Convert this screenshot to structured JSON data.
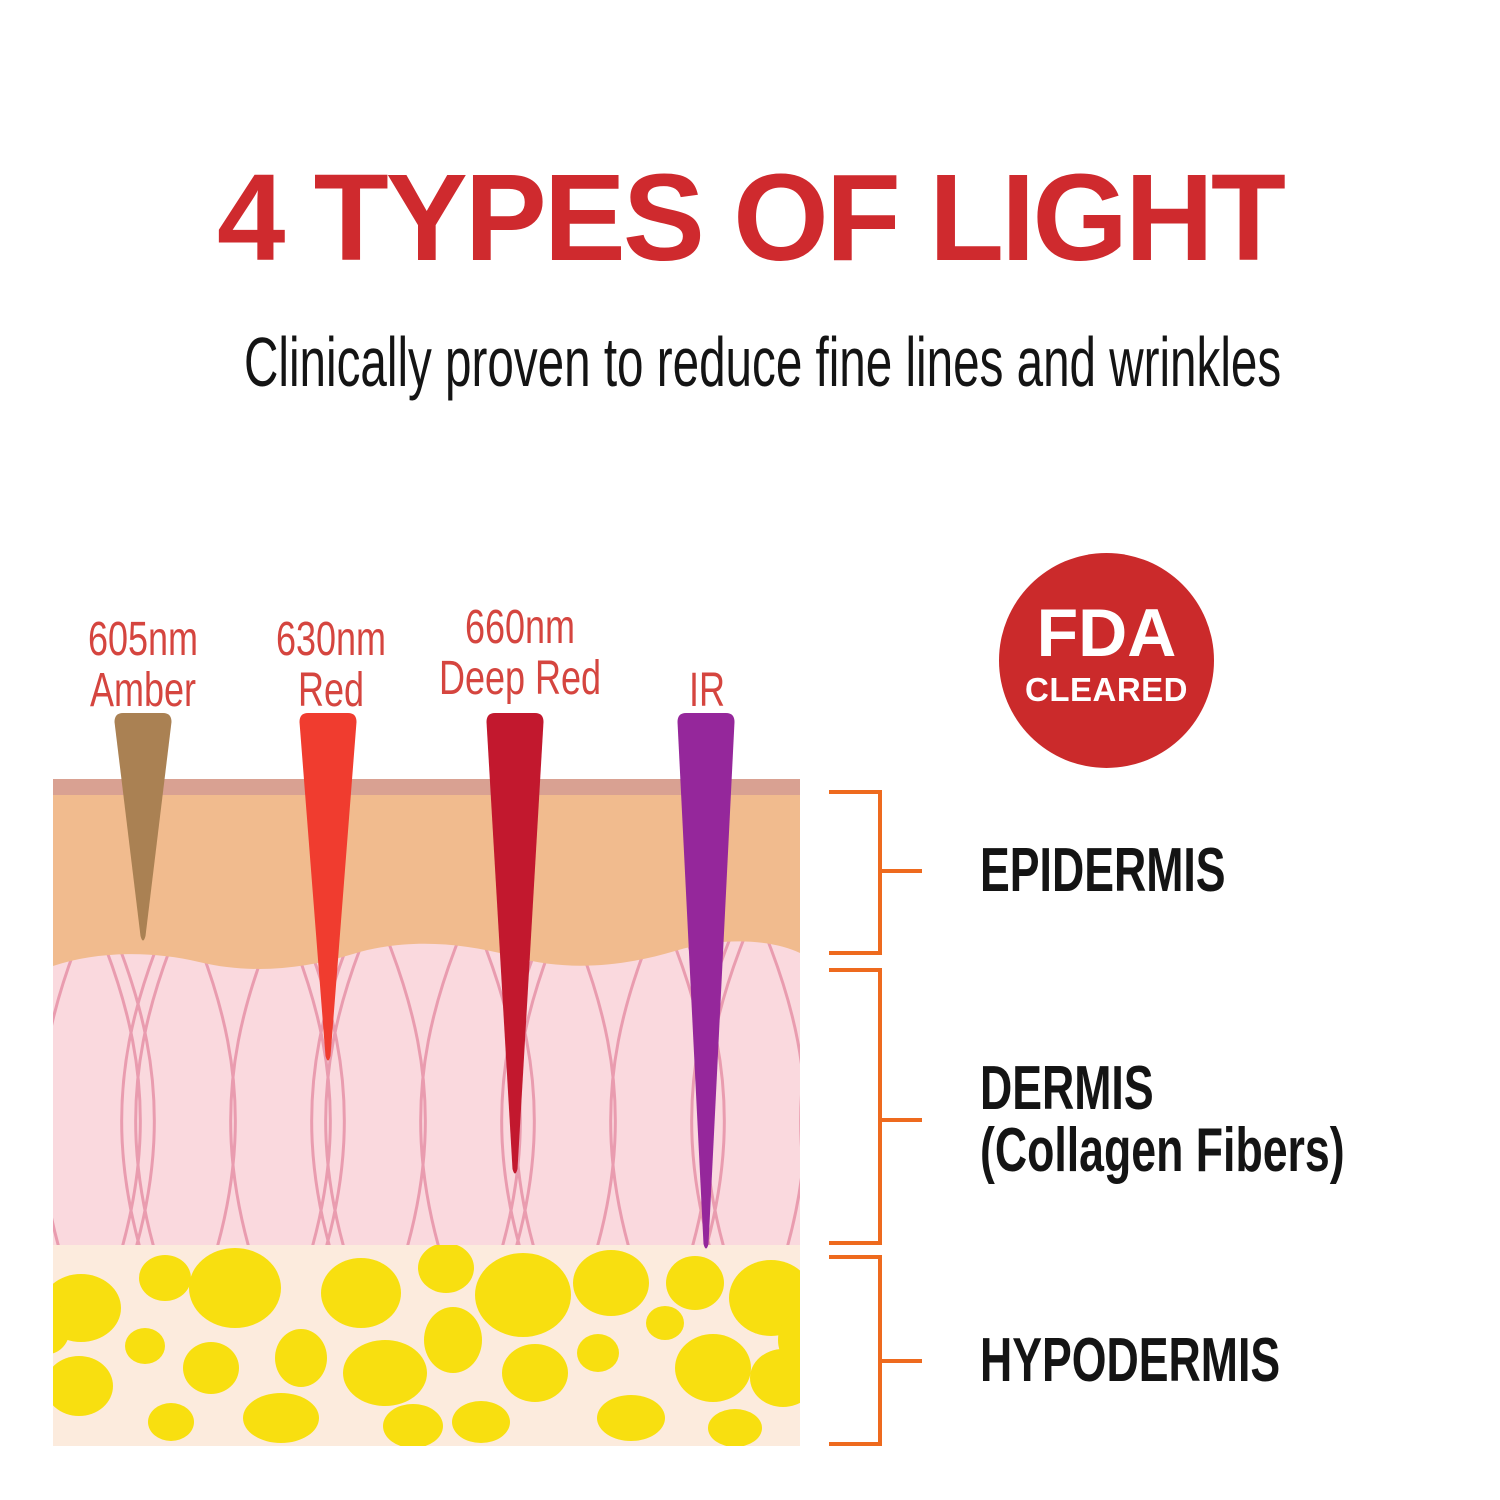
{
  "title": "4 TYPES OF LIGHT",
  "subtitle": "Clinically proven to reduce fine lines and wrinkles",
  "lights": [
    {
      "wavelength": "605nm",
      "name": "Amber",
      "color": "#AA8153",
      "penetration_layer": "epidermis"
    },
    {
      "wavelength": "630nm",
      "name": "Red",
      "color": "#F03C2F",
      "penetration_layer": "upper dermis"
    },
    {
      "wavelength": "660nm",
      "name": "Deep Red",
      "color": "#C2182E",
      "penetration_layer": "mid dermis"
    },
    {
      "wavelength": "",
      "name": "IR",
      "color": "#95279B",
      "penetration_layer": "hypodermis"
    }
  ],
  "badge": {
    "title": "FDA",
    "subtitle": "CLEARED"
  },
  "skin": {
    "layers": [
      {
        "label": "EPIDERMIS",
        "sublabel": ""
      },
      {
        "label": "DERMIS",
        "sublabel": "(Collagen Fibers)"
      },
      {
        "label": "HYPODERMIS",
        "sublabel": ""
      }
    ],
    "colors": {
      "surface_strip": "#D9A192",
      "epidermis": "#F1BB8E",
      "dermis": "#FAD9DE",
      "dermis_fiber": "#E99CAF",
      "hypodermis": "#FCEBDD",
      "fat_cell": "#F8DF10"
    }
  },
  "css_vars": {
    "page-bg": "#FFFFFF",
    "title-color": "#CF2A2E",
    "text-dark": "#141414",
    "wl-red": "#D5453F",
    "bracket": "#EE6A1E",
    "badge-bg": "#CB2A2B",
    "badge-fg": "#FFFFFF"
  }
}
